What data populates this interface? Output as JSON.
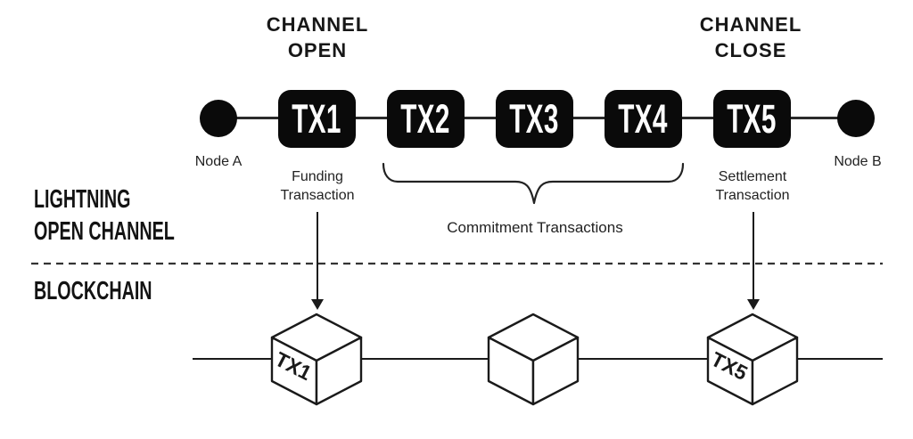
{
  "colors": {
    "ink": "#1a1a1a",
    "box_fill": "#0a0a0a",
    "box_text": "#ffffff",
    "connector_line": "#2b2b2b",
    "background": "#ffffff"
  },
  "headers": {
    "channel_open": {
      "line1": "CHANNEL",
      "line2": "OPEN"
    },
    "channel_close": {
      "line1": "CHANNEL",
      "line2": "CLOSE"
    }
  },
  "sections": {
    "lightning": {
      "line1": "LIGHTNING",
      "line2": "OPEN CHANNEL"
    },
    "blockchain": "BLOCKCHAIN"
  },
  "chain": {
    "node_a": "Node A",
    "node_b": "Node B",
    "transactions": [
      "TX1",
      "TX2",
      "TX3",
      "TX4",
      "TX5"
    ],
    "funding": {
      "line1": "Funding",
      "line2": "Transaction"
    },
    "settlement": {
      "line1": "Settlement",
      "line2": "Transaction"
    },
    "commitment": "Commitment Transactions"
  },
  "blockchain_row": {
    "cube1_label": "TX1",
    "cube2_label": "",
    "cube3_label": "TX5"
  }
}
